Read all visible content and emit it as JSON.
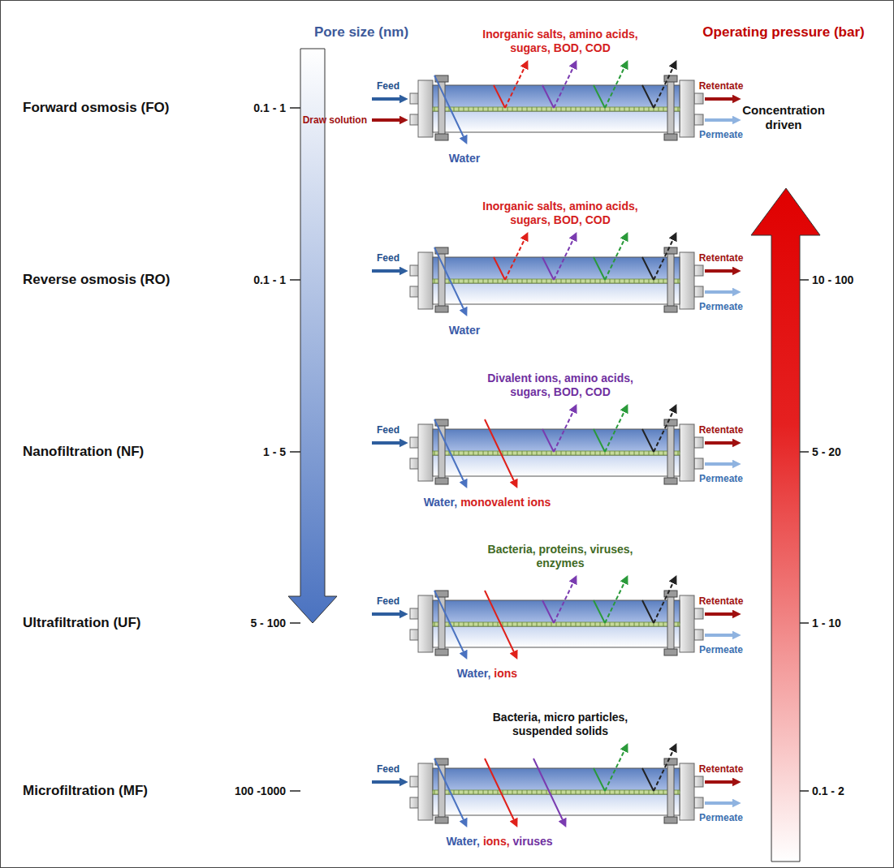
{
  "diagram": {
    "labels": [
      "Pore size (nm)",
      "Operating pressure (bar)",
      "Forward osmosis (FO)",
      "0.1 - 1",
      "Inorganic salts, amino acids, sugars, BOD, COD",
      "Feed",
      "Draw solution",
      "Retentate",
      "Permeate",
      "Water",
      "Concentration driven",
      "Reverse osmosis (RO)",
      "0.1 - 1",
      "Inorganic salts, amino acids, sugars, BOD, COD",
      "Feed",
      "Retentate",
      "Permeate",
      "Water",
      "10 - 100",
      "Nanofiltration (NF)",
      "1 - 5",
      "Divalent ions, amino acids, sugars, BOD, COD",
      "Feed",
      "Retentate",
      "Permeate",
      "Water,",
      "monovalent ions",
      "5 - 20",
      "Ultrafiltration (UF)",
      "5 - 100",
      "Bacteria, proteins, viruses, enzymes",
      "Feed",
      "Retentate",
      "Permeate",
      "Water,",
      "ions",
      "1 - 10",
      "Microfiltration (MF)",
      "100 -1000",
      "Bacteria, micro particles, suspended solids",
      "Feed",
      "Retentate",
      "Permeate",
      "Water,",
      "ions,",
      "viruses",
      "0.1 - 2"
    ]
  }
}
